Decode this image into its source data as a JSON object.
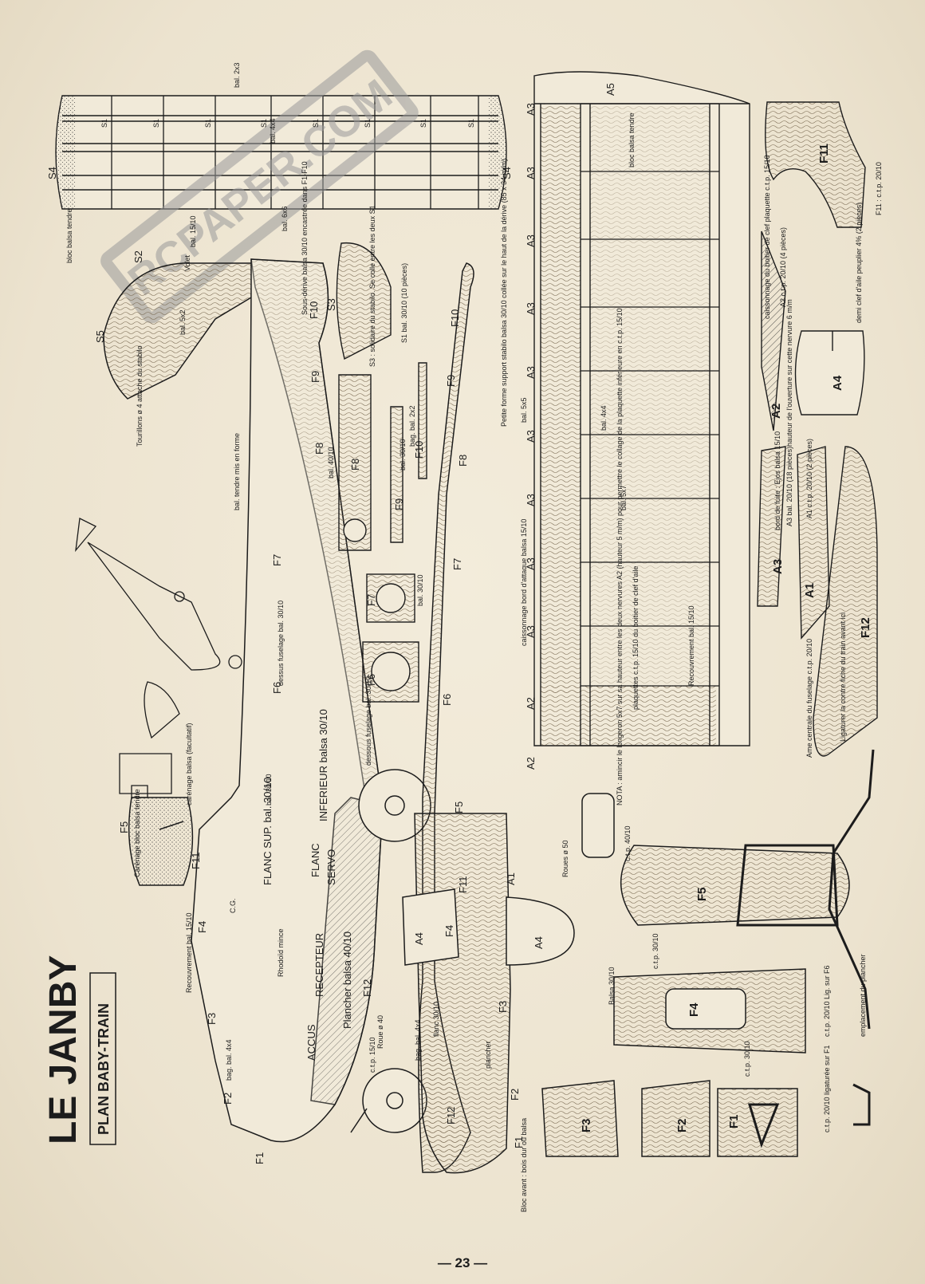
{
  "title": "LE JANBY",
  "subtitle": "PLAN BABY-TRAIN",
  "page_number": "— 23 —",
  "watermark": "RCPAPER.COM",
  "colors": {
    "paper": "#efe8d6",
    "ink": "#1c1c1c",
    "wood": "#7a6a52",
    "watermark": "#9a9a9a"
  },
  "stab": {
    "rib_label": "S1",
    "tip_label": "S4",
    "root_labels": [
      "S2",
      "S3",
      "S5"
    ],
    "notes": [
      "bal. 2x3",
      "bal. 4x4",
      "bal. 6x6",
      "bloc balsa tendre",
      "bal. 5x2",
      "Volet",
      "bal. 15/10",
      "Sous-dérive balsa 30/10 encastrée dans F1-F10"
    ]
  },
  "fin_parts": {
    "notes": [
      "S1 bal. 30/10 (10 pièces)",
      "S3 : solidaire du stabilo. Se colle entre les deux S1",
      "Petite forme support stabilo balsa 30/10 collée sur le haut de la dérive (85 x 34 m/m)",
      "Tourillons ø 4 attache du stabilo",
      "bal. tendre mis en forme"
    ]
  },
  "wing": {
    "rib_labels": [
      "A5",
      "A3",
      "A3",
      "A3",
      "A3",
      "A3",
      "A3",
      "A3",
      "A3",
      "A3",
      "A2",
      "A2"
    ],
    "notes": [
      "bloc balsa tendre",
      "bal. 5x5",
      "bal. 4x4",
      "bal. 5x7",
      "caissonnage bord d'attaque balsa 15/10",
      "plaquettes c.t.p. 15/10 du boitier de clef d'aile",
      "Recouvrement bal. 15/10"
    ]
  },
  "right_parts": {
    "labels": [
      "F11",
      "A4",
      "A2",
      "A3",
      "A1",
      "F12"
    ],
    "notes": [
      "F11 : c.t.p. 20/10",
      "caissonnage du boitier de clef plaquette c.t.p. 15/10",
      "A2 c.t.p. 20/10 (4 pièces)",
      "demi clef d'aile peuplier 4% (2 pièces)",
      "hauteur de l'ouverture sur cette nervure 6 m/m",
      "bord de fuite : Ejos balsa 15/10",
      "A3 bal. 20/10 (18 pièces)",
      "A1 c.t.p. 20/10 (2 pièces)",
      "Ame centrale du fuselage c.t.p. 20/10",
      "Ligaturer la contre fiche du train avant ici"
    ]
  },
  "fuselage": {
    "frame_labels": [
      "F1",
      "F2",
      "F3",
      "F4",
      "F5",
      "F6",
      "F7",
      "F8",
      "F9",
      "F10",
      "F11",
      "F12"
    ],
    "side_text": [
      "FLANC SUP. bal. 30/10",
      "FLANC",
      "SERVO",
      "ACCUS",
      "RECEPTEUR",
      "INFERIEUR balsa 30/10",
      "Plancher balsa 40/10"
    ],
    "notes": [
      "dessus fuselage bal. 30/10",
      "dessous fuselage bal. 30/10",
      "Carénage bloc balsa tendre",
      "carénage balsa (facultatif)",
      "bag. bal. 4x4",
      "Recouvrement bal. 15/10",
      "Rhodoïd mince",
      "Roue ø 40",
      "c.t.p. 15/10",
      "bal. 30/10",
      "C.G."
    ]
  },
  "small_parts": {
    "labels": [
      "F8",
      "F9",
      "F10",
      "F7",
      "F6"
    ],
    "notes": [
      "bal. 40/10",
      "bal. 30/10",
      "bag. bal. 2x2",
      "bal. 30/10"
    ]
  },
  "bottom_view": {
    "labels": [
      "A1",
      "A4",
      "A4",
      "F4",
      "F5",
      "F6",
      "F7",
      "F8",
      "F9",
      "F10",
      "F11",
      "F12",
      "F1",
      "F2",
      "F3"
    ],
    "notes": [
      "Bloc avant : bois dur ou balsa",
      "flanc 30/10",
      "bag. bal. 4x4",
      "plancher",
      "Roues ø 50"
    ]
  },
  "bottom_parts": {
    "labels": [
      "F5",
      "F4",
      "F3",
      "F2",
      "F1"
    ],
    "notes": [
      "NOTA : amincir le longeron 5x7 sur sa hauteur entre les deux nervures A2 (hauteur 5 m/m) pour permettre le collage de la plaquette inférieure en c.t.p. 15/10",
      "c.t.p. 40/10",
      "c.t.p. 30/10",
      "Balsa 30/10",
      "c.t.p. 30/10",
      "c.t.p. 20/10 Lig. sur F6",
      "emplacement du plancher",
      "c.t.p. 20/10 ligaturée sur F1"
    ]
  }
}
